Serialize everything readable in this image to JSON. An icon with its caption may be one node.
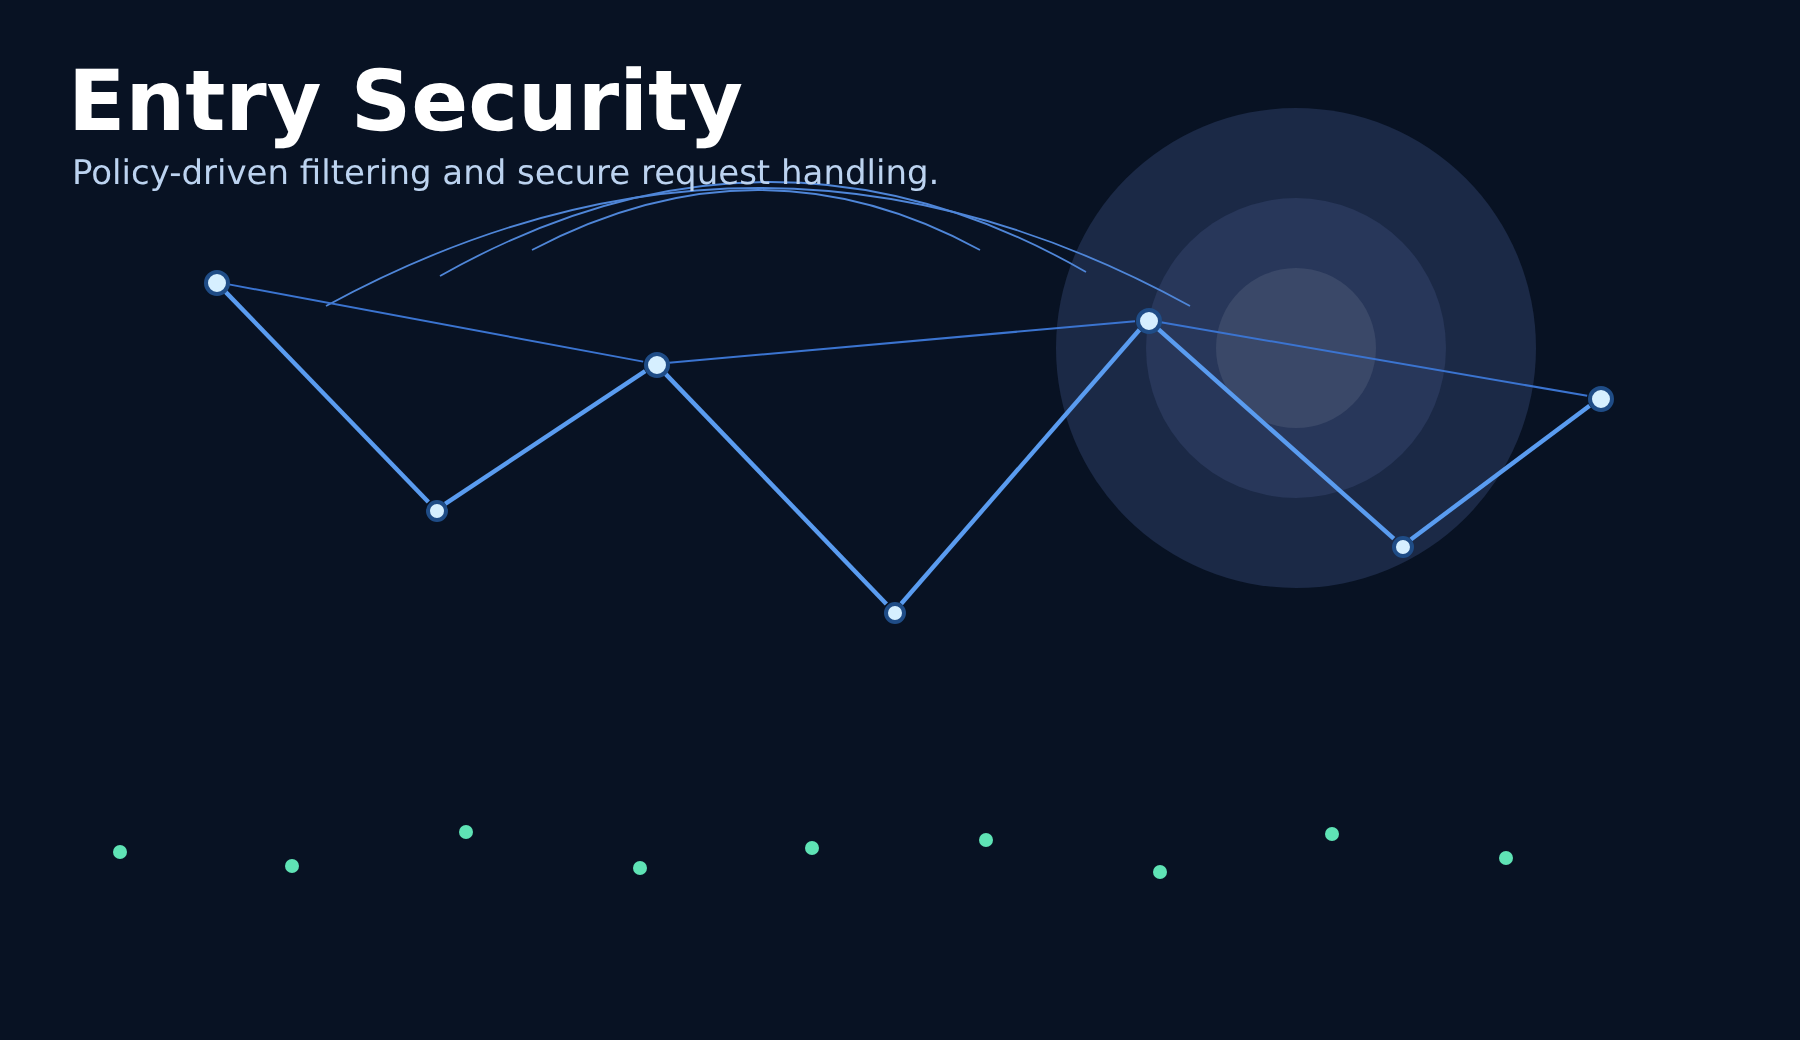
{
  "diagram": {
    "title": "Entry Security",
    "caption": "Policy-driven filtering and secure request handling.",
    "nodes": [
      {
        "text": [],
        "shape": "circle"
      },
      {
        "text": [],
        "shape": "circle"
      },
      {
        "text": [],
        "shape": "circle"
      },
      {
        "text": [],
        "shape": "circle"
      },
      {
        "text": [],
        "shape": "circle"
      },
      {
        "text": [],
        "shape": "circle"
      },
      {
        "text": [],
        "shape": "circle"
      }
    ],
    "edges": [
      {
        "from": 0,
        "to": 1,
        "arrow": "none"
      },
      {
        "from": 1,
        "to": 2,
        "arrow": "none"
      },
      {
        "from": 2,
        "to": 3,
        "arrow": "none"
      },
      {
        "from": 3,
        "to": 4,
        "arrow": "none"
      },
      {
        "from": 4,
        "to": 5,
        "arrow": "none"
      },
      {
        "from": 5,
        "to": 6,
        "arrow": "none"
      },
      {
        "from": 0,
        "to": 2,
        "arrow": "none",
        "color": "#3b74d0"
      },
      {
        "from": 2,
        "to": 4,
        "arrow": "none",
        "color": "#3b74d0"
      },
      {
        "from": 4,
        "to": 6,
        "arrow": "none",
        "color": "#3b74d0"
      }
    ]
  }
}
